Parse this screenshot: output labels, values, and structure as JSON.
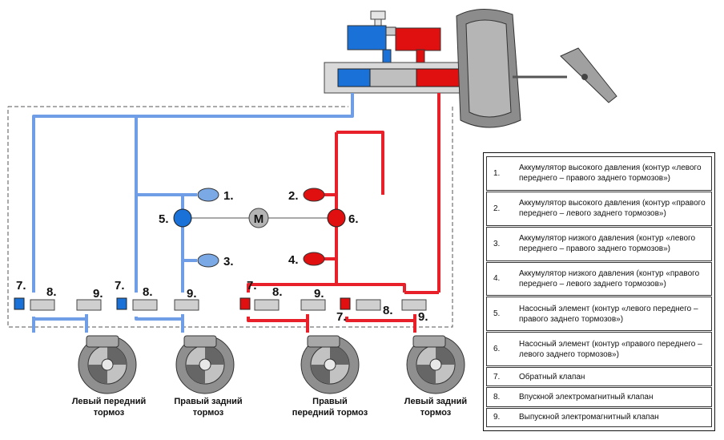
{
  "legend": [
    {
      "num": "1.",
      "text": "Аккумулятор высокого давления (контур «левого переднего – правого заднего тормозов»)"
    },
    {
      "num": "2.",
      "text": "Аккумулятор высокого давления (контур «правого переднего – левого заднего тормозов»)"
    },
    {
      "num": "3.",
      "text": "Аккумулятор низкого давления (контур «левого переднего – правого заднего тормозов»)"
    },
    {
      "num": "4.",
      "text": "Аккумулятор низкого давления (контур «правого переднего – левого заднего тормозов»)"
    },
    {
      "num": "5.",
      "text": "Насосный элемент (контур «левого переднего – правого заднего тормозов»)"
    },
    {
      "num": "6.",
      "text": "Насосный элемент (контур «правого переднего – левого заднего тормозов»)"
    },
    {
      "num": "7.",
      "text": "Обратный клапан"
    },
    {
      "num": "8.",
      "text": "Впускной электромагнитный клапан"
    },
    {
      "num": "9.",
      "text": "Выпускной электромагнитный клапан"
    }
  ],
  "wheels": [
    {
      "line1": "Левый передний",
      "line2": "тормоз"
    },
    {
      "line1": "Правый задний",
      "line2": "тормоз"
    },
    {
      "line1": "Правый",
      "line2": "передний тормоз"
    },
    {
      "line1": "Левый задний",
      "line2": "тормоз"
    }
  ],
  "labels": {
    "n1": "1.",
    "n2": "2.",
    "n3": "3.",
    "n4": "4.",
    "n5": "5.",
    "n6": "6.",
    "n7": "7.",
    "n8": "8.",
    "n9": "9.",
    "motor": "M"
  },
  "colors": {
    "blue_line": "#6f9ee6",
    "red_line": "#e8202a",
    "blue_fill": "#1a72d8",
    "red_fill": "#e01010",
    "motor_gray": "#b4b4b4",
    "valve_gray": "#cfcfcf"
  }
}
